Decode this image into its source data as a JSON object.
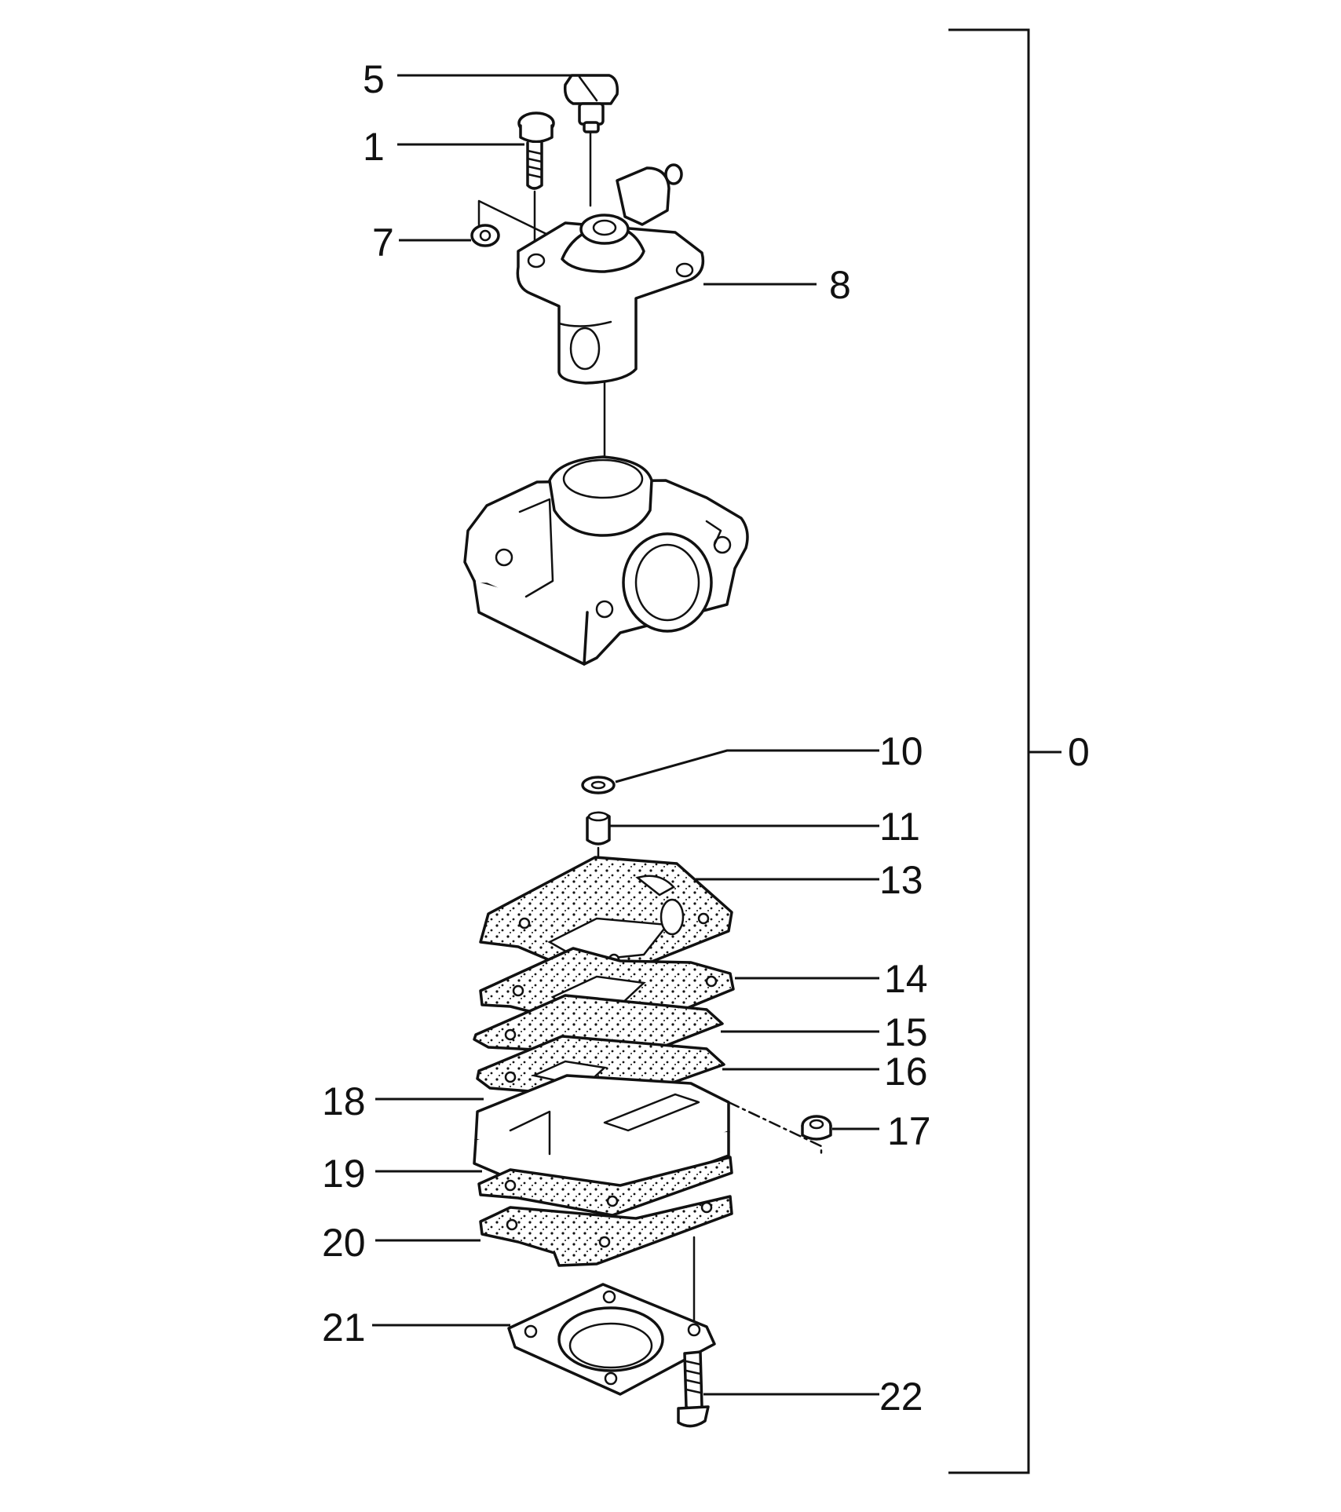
{
  "diagram": {
    "assembly_label": "0",
    "callouts": [
      {
        "id": "c5",
        "text": "5"
      },
      {
        "id": "c1",
        "text": "1"
      },
      {
        "id": "c7",
        "text": "7"
      },
      {
        "id": "c8",
        "text": "8"
      },
      {
        "id": "c10",
        "text": "10"
      },
      {
        "id": "c11",
        "text": "11"
      },
      {
        "id": "c13",
        "text": "13"
      },
      {
        "id": "c14",
        "text": "14"
      },
      {
        "id": "c15",
        "text": "15"
      },
      {
        "id": "c16",
        "text": "16"
      },
      {
        "id": "c17",
        "text": "17"
      },
      {
        "id": "c18",
        "text": "18"
      },
      {
        "id": "c19",
        "text": "19"
      },
      {
        "id": "c20",
        "text": "20"
      },
      {
        "id": "c21",
        "text": "21"
      },
      {
        "id": "c22",
        "text": "22"
      }
    ]
  },
  "colors": {
    "line": "#111111",
    "background": "#ffffff"
  }
}
